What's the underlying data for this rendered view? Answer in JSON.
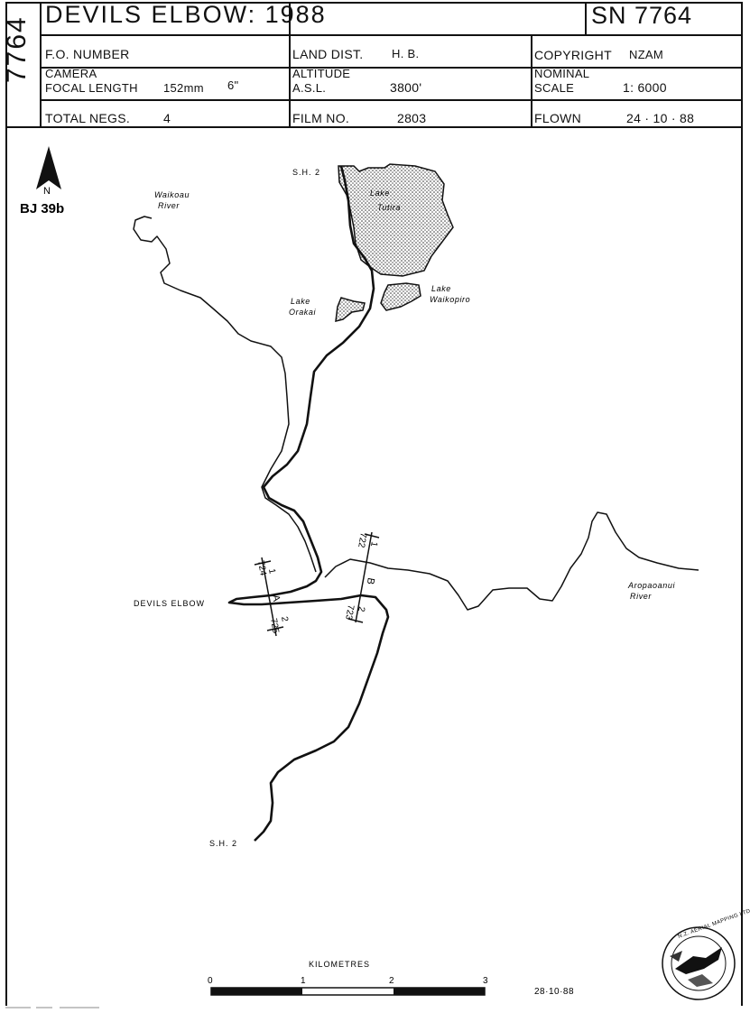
{
  "header": {
    "sheet_number_rotated": "7764",
    "title": "DEVILS ELBOW: 1988",
    "sn": "SN 7764",
    "fo_number_label": "F.O. NUMBER",
    "land_dist_label": "LAND DIST.",
    "land_dist_value": "H. B.",
    "copyright_label": "COPYRIGHT",
    "copyright_value": "NZAM",
    "camera_label": "CAMERA",
    "focal_length_label": "FOCAL LENGTH",
    "focal_length_mm": "152mm",
    "focal_length_in": "6\"",
    "altitude_label": "ALTITUDE",
    "asl_label": "A.S.L.",
    "altitude_value": "3800'",
    "nominal_label": "NOMINAL",
    "scale_label": "SCALE",
    "scale_value": "1: 6000",
    "total_negs_label": "TOTAL NEGS.",
    "total_negs_value": "4",
    "film_no_label": "FILM NO.",
    "film_no_value": "2803",
    "flown_label": "FLOWN",
    "flown_value": "24 · 10 · 88"
  },
  "map": {
    "north_letter": "N",
    "grid_ref": "BJ 39b",
    "labels": {
      "sh2_north": "S.H. 2",
      "sh2_south": "S.H. 2",
      "waikoau_line1": "Waikoau",
      "waikoau_line2": "River",
      "tutira_line1": "Lake",
      "tutira_line2": "Tutira",
      "orakai_line1": "Lake",
      "orakai_line2": "Orakai",
      "waikopiro_line1": "Lake",
      "waikopiro_line2": "Waikopiro",
      "devils_elbow": "DEVILS ELBOW",
      "aropaoanui_line1": "Aropaoanui",
      "aropaoanui_line2": "River"
    },
    "flight_lines": {
      "a_letter": "A",
      "a_neg_start": "1",
      "a_neg_start_frame": "724",
      "a_neg_end": "2",
      "a_neg_end_frame": "725",
      "b_letter": "B",
      "b_neg_start": "1",
      "b_neg_start_frame": "722",
      "b_neg_end": "2",
      "b_neg_end_frame": "723"
    },
    "scale_bar": {
      "title": "KILOMETRES",
      "ticks": [
        "0",
        "1",
        "2",
        "3"
      ]
    },
    "date": "28·10·88",
    "logo_text": "N.Z. AERIAL MAPPING LTD"
  }
}
